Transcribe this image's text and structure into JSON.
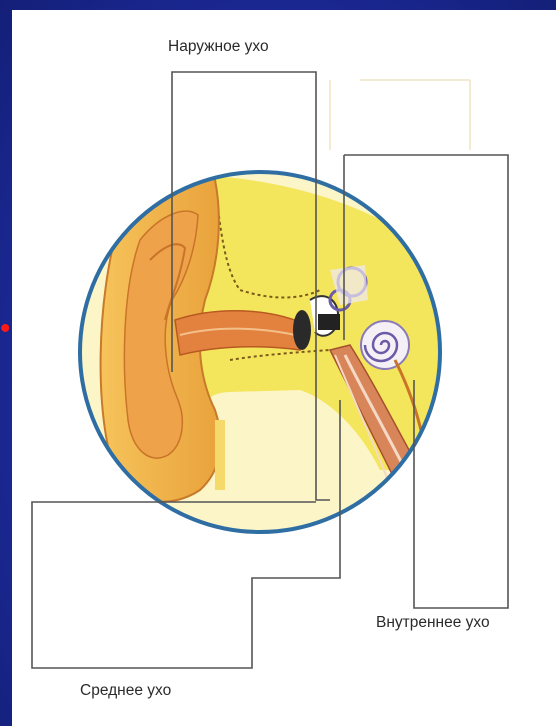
{
  "labels": {
    "outer_ear": "Наружное ухо",
    "inner_ear": "Внутреннее ухо",
    "middle_ear": "Среднее ухо"
  },
  "colors": {
    "background": "#1d2a9a",
    "panel": "#ffffff",
    "circle_outline": "#2f6ea3",
    "ear_skin": "#f0b24a",
    "ear_canal": "#e3813f",
    "tissue": "#f3e65a",
    "bracket_lines": "#555555",
    "accent_red": "#ff1a1a"
  },
  "icons": {
    "decorative_mark": "red-mark"
  }
}
